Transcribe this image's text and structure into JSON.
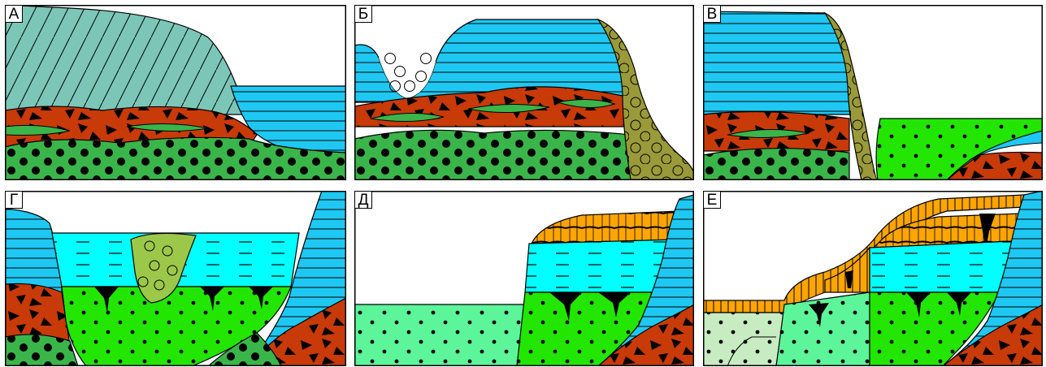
{
  "colors": {
    "outline": "#000000",
    "background": "#ffffff",
    "grey_teal": "#7cc6b8",
    "blue": "#1ec8f2",
    "cyan": "#00ffff",
    "red_breccia": "#c83a08",
    "dark_green": "#3ab54a",
    "light_green": "#22e600",
    "olive": "#9a9a3a",
    "yellow_green": "#9cc84a",
    "orange": "#ffa500",
    "pale_green": "#5cf59a",
    "very_pale_green": "#c8ecc2"
  },
  "panels": [
    {
      "id": "A",
      "label": "А"
    },
    {
      "id": "B",
      "label": "Б"
    },
    {
      "id": "V",
      "label": "В"
    },
    {
      "id": "G",
      "label": "Г"
    },
    {
      "id": "D",
      "label": "Д"
    },
    {
      "id": "E",
      "label": "Е"
    }
  ]
}
